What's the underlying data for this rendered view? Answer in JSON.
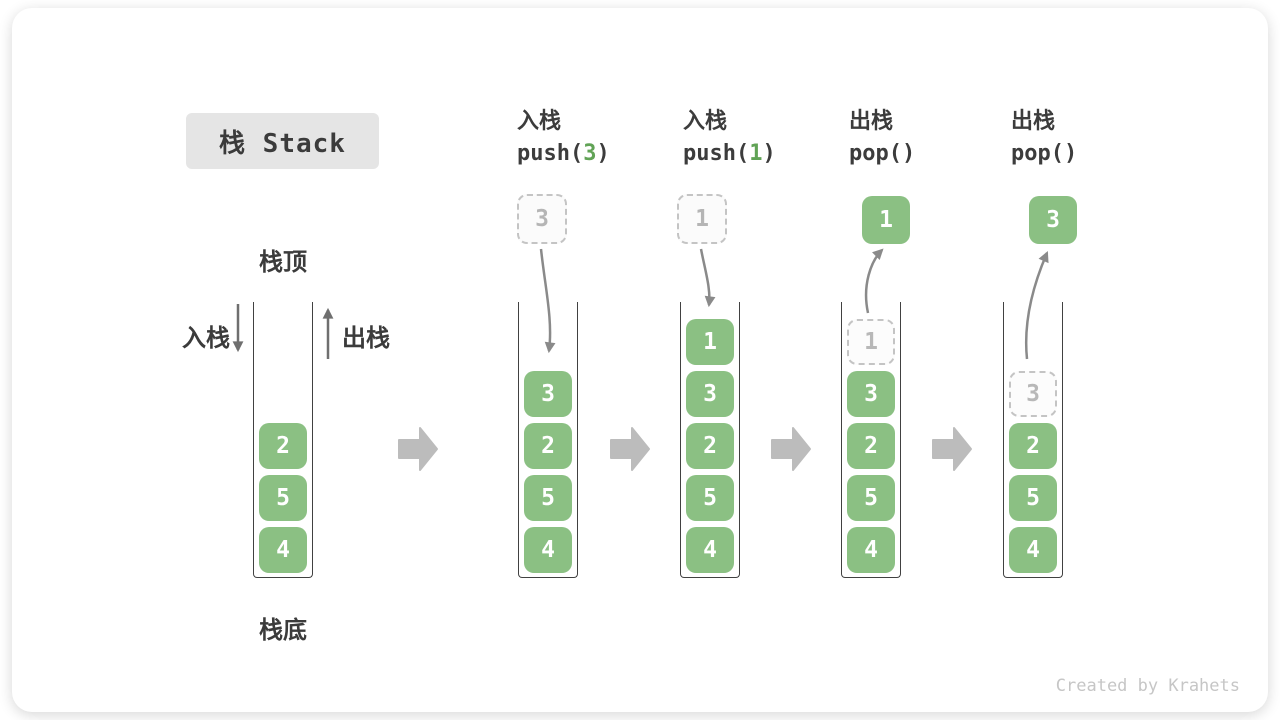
{
  "title": "栈 Stack",
  "watermark": "Created by Krahets",
  "side_labels": {
    "stack_top": "栈顶",
    "stack_bottom": "栈底",
    "push": "入栈",
    "pop": "出栈"
  },
  "colors": {
    "cell_green": "#8BC083",
    "code_arg_green": "#61A356",
    "text_dark": "#3C3C3C",
    "curve_arrow_gray": "#8A8A8A",
    "block_arrow_gray": "#BCBCBC",
    "dashed_border_gray": "#C4C4C4",
    "title_badge_bg": "#E5E5E5",
    "watermark_gray": "#C6C6C6"
  },
  "columns": [
    {
      "stack": [
        {
          "v": "4"
        },
        {
          "v": "5"
        },
        {
          "v": "2"
        }
      ]
    },
    {
      "header": {
        "title": "入栈",
        "code_pre": "push(",
        "arg": "3",
        "code_post": ")"
      },
      "float": {
        "v": "3"
      },
      "stack": [
        {
          "v": "4"
        },
        {
          "v": "5"
        },
        {
          "v": "2"
        },
        {
          "v": "3"
        }
      ]
    },
    {
      "header": {
        "title": "入栈",
        "code_pre": "push(",
        "arg": "1",
        "code_post": ")"
      },
      "float": {
        "v": "1"
      },
      "stack": [
        {
          "v": "4"
        },
        {
          "v": "5"
        },
        {
          "v": "2"
        },
        {
          "v": "3"
        },
        {
          "v": "1"
        }
      ]
    },
    {
      "header": {
        "title": "出栈",
        "code_pre": "pop(",
        "arg": "",
        "code_post": ")"
      },
      "float": {
        "v": "1"
      },
      "stack": [
        {
          "v": "4"
        },
        {
          "v": "5"
        },
        {
          "v": "2"
        },
        {
          "v": "3"
        },
        {
          "v": "1",
          "dashed": true
        }
      ]
    },
    {
      "header": {
        "title": "出栈",
        "code_pre": "pop(",
        "arg": "",
        "code_post": ")"
      },
      "float": {
        "v": "3"
      },
      "stack": [
        {
          "v": "4"
        },
        {
          "v": "5"
        },
        {
          "v": "2"
        },
        {
          "v": "3",
          "dashed": true
        }
      ]
    }
  ]
}
